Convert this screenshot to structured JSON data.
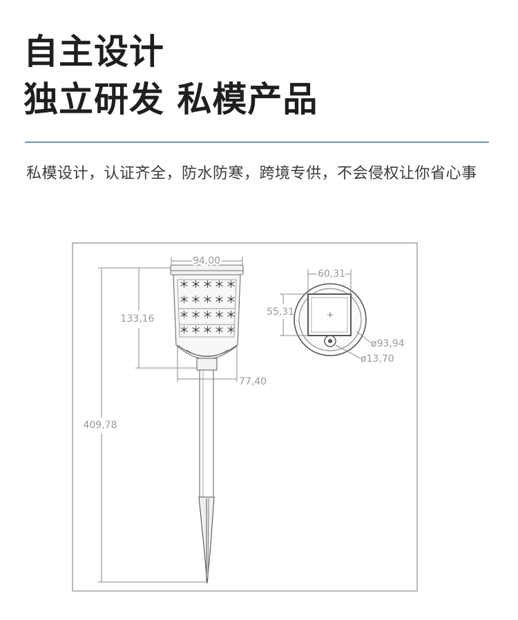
{
  "headline": {
    "line1": "自主设计",
    "line2": "独立研发  私模产品"
  },
  "description": "私模设计，认证齐全，防水防寒，跨境专供，不会侵权让你省心事",
  "drawing": {
    "dimensions": {
      "lamp_width": "94,00",
      "head_height": "133,16",
      "base_width": "77,40",
      "total_height": "409,78",
      "panel_width": "60,31",
      "panel_height": "55,31",
      "top_diameter": "ø93,94",
      "switch_diameter": "ø13,70"
    },
    "line_color": "#7a7a7a",
    "text_color": "#9a9a9a"
  }
}
